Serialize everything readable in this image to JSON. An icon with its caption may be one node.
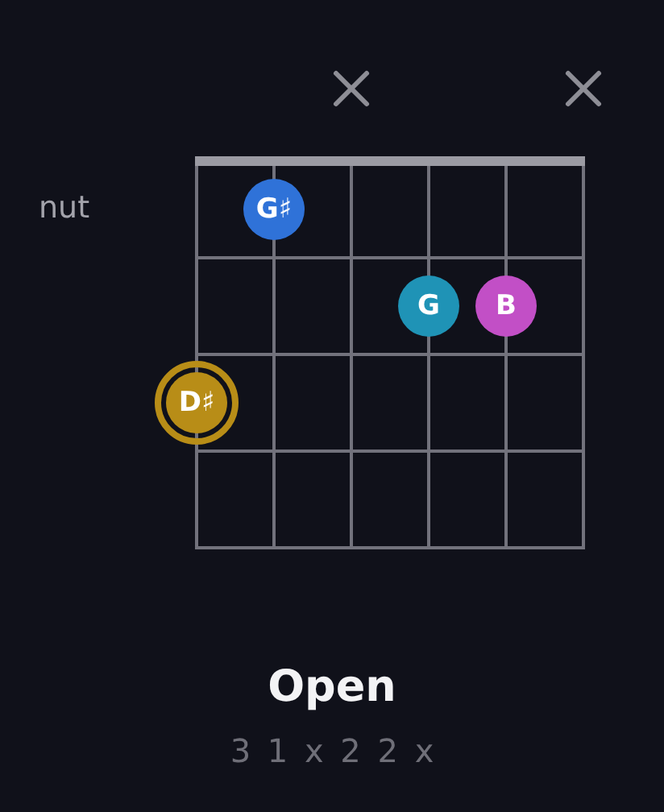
{
  "diagram": {
    "title": "Open",
    "caption": "3 1 x 2 2 x",
    "nodes": [
      {
        "text": [
          "G♯"
        ]
      },
      {
        "text": [
          "G"
        ]
      },
      {
        "text": [
          "B"
        ]
      },
      {
        "text": [
          "D♯"
        ]
      }
    ],
    "labels": [
      "nut"
    ]
  }
}
